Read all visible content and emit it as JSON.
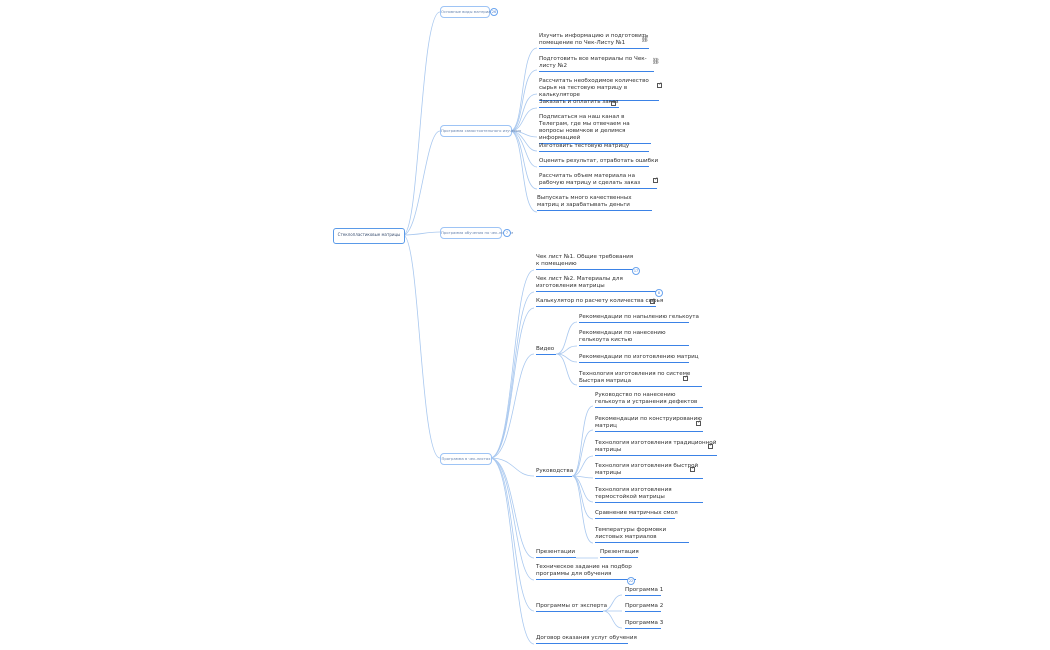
{
  "root": {
    "label": "Стеклопластиковые матрицы"
  },
  "branches": [
    {
      "label": "Основные виды материалов",
      "badge": "26"
    },
    {
      "label": "Программа самостоятельного изучения"
    },
    {
      "label": "Программа обучения по чек-листам",
      "badge": "7"
    },
    {
      "label": "Программа в чек-листах"
    }
  ],
  "checklist": [
    "Изучить информацию и подготовить помещение по Чек-Листу №1",
    "Подготовить все материалы по Чек-листу №2",
    "Рассчитать необходимое количество сырья на тестовую матрицу в калькуляторе",
    "Заказать и оплатить заказ",
    "Подписаться на наш канал в Телеграм, где мы отвечаем на вопросы новичков и делимся информацией",
    "Изготовить тестовую матрицу",
    "Оценить результат, отработать ошибки",
    "Рассчитать объем материала на рабочую матрицу и сделать заказ",
    "Выпускать много качественных матриц и зарабатывать деньги"
  ],
  "lower": {
    "l1": "Чек лист №1. Общие требования к помещению",
    "l1_badge": "17",
    "l2": "Чек лист №2. Материалы для изготовления матрицы",
    "l2_badge": "8",
    "l3": "Калькулятор по расчету количества сырья",
    "video": "Видео",
    "video_items": [
      "Рекомендации по напылению гелькоута",
      "Рекомендации по нанесению гелькоута кистью",
      "Рекомендации по изготовлению матриц",
      "Технология изготовления по системе Быстрая матрица"
    ],
    "guides": "Руководства",
    "guide_items": [
      "Руководство по нанесению гелькоута и устранения дефектов",
      "Рекомендации по конструированию матриц",
      "Технология изготовления традиционной матрицы",
      "Технология изготовления быстрой матрицы",
      "Технология изготовления термостойкой матрицы",
      "Сравнение матричных смол",
      "Температуры формовки листовых матриалов"
    ],
    "presentations": "Презентации",
    "presentation": "Презентация",
    "spec": "Техническое задание на подбор программы для обучения",
    "spec_badge": "22",
    "expert": "Программы от эксперта",
    "programs": [
      "Программа 1",
      "Программа 2",
      "Программа 3"
    ],
    "contract": "Договор оказания услуг обучения"
  }
}
